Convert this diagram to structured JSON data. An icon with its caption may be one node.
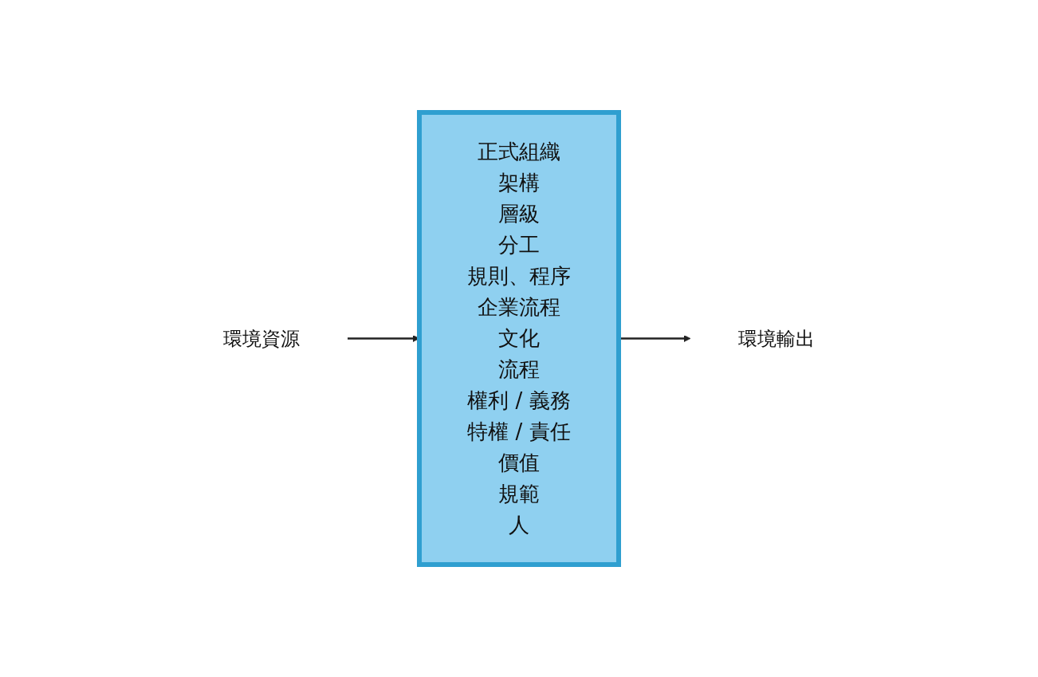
{
  "diagram": {
    "nodes": [
      {
        "text": [
          "正式組織",
          "架構",
          "層級",
          "分工",
          "規則、程序",
          "企業流程",
          "文化",
          "流程",
          "權利 / 義務",
          "特權 / 責任",
          "價值",
          "規範",
          "人"
        ]
      },
      {
        "text": [
          "環境資源"
        ]
      },
      {
        "text": [
          "環境輸出"
        ]
      }
    ],
    "edges": [
      {
        "from": 1,
        "to": 0,
        "arrow": "to"
      },
      {
        "from": 0,
        "to": 2,
        "arrow": "to"
      }
    ]
  }
}
